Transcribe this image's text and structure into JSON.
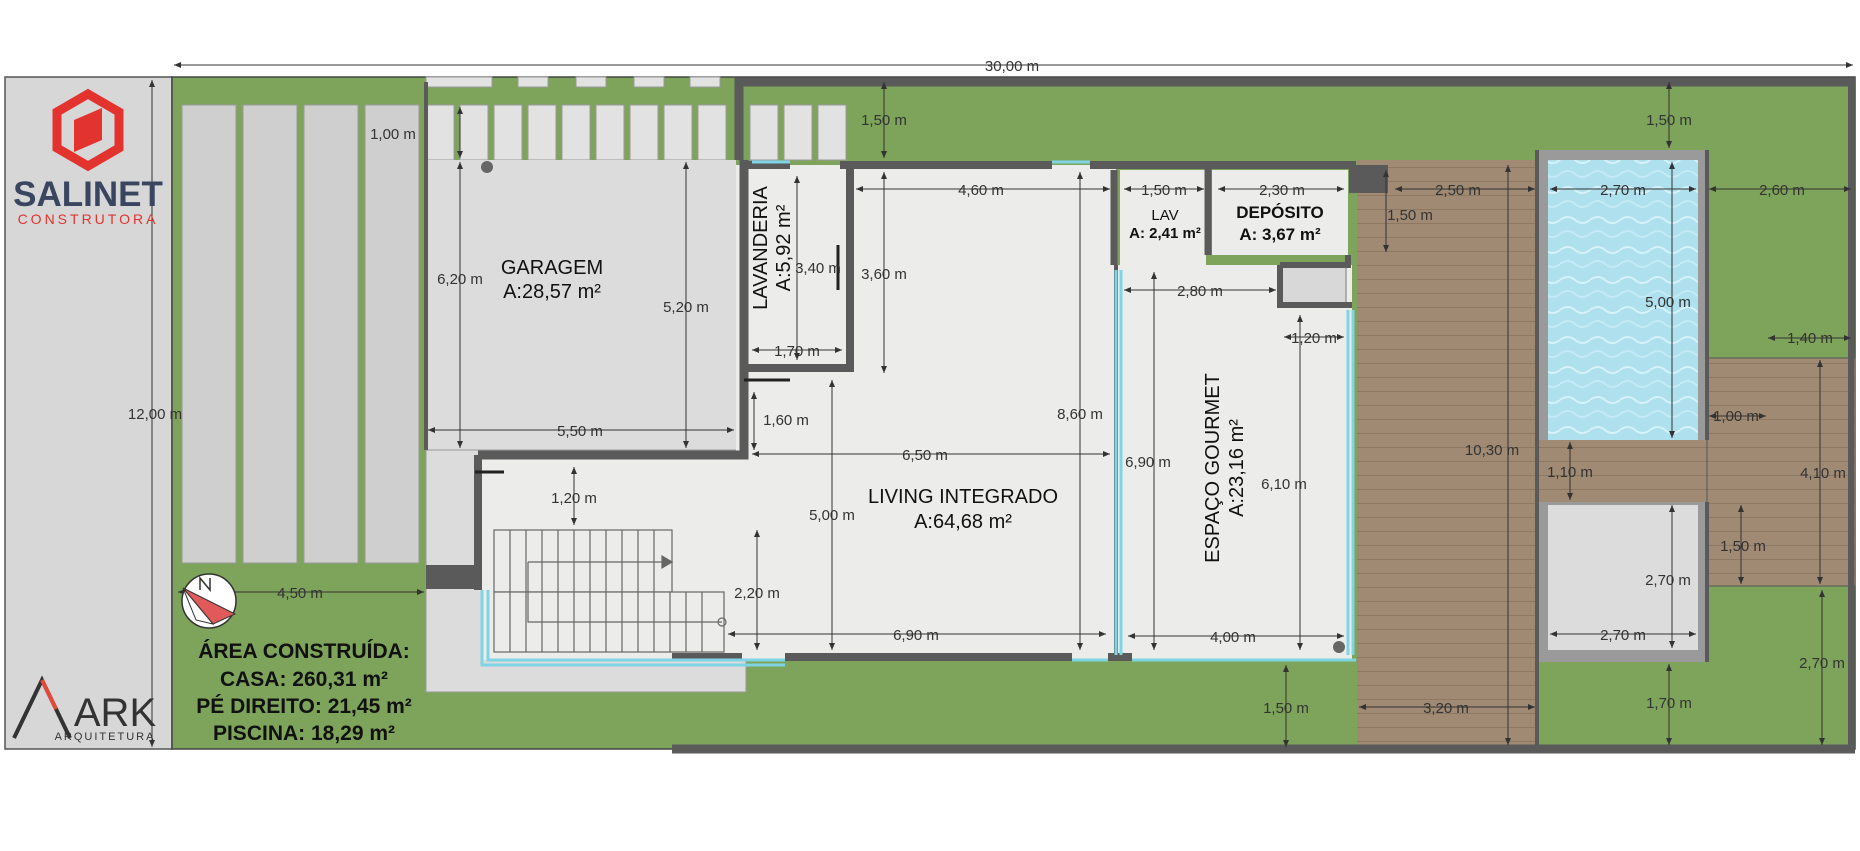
{
  "colors": {
    "grass": "#7ea35a",
    "sidewalk": "#d7d7d7",
    "floor": "#ececea",
    "wall": "#5a5a5a",
    "deck": "#a08a74",
    "pool": "#aee0ee",
    "glass": "#7fd4e6",
    "brand_red": "#e2332e",
    "ark_red": "#e14a3a"
  },
  "branding": {
    "salinet": "SALINET",
    "salinet_sub": "CONSTRUTORA",
    "ark": "ARK",
    "ark_sub": "ARQUITETURA"
  },
  "rooms": {
    "garagem": {
      "name": "GARAGEM",
      "area": "A:28,57 m²"
    },
    "lavanderia": {
      "name": "LAVANDERIA",
      "area": "A:5,92 m²"
    },
    "lav": {
      "name": "LAV",
      "area": "A: 2,41 m²"
    },
    "deposito": {
      "name": "DEPÓSITO",
      "area": "A: 3,67 m²"
    },
    "living": {
      "name": "LIVING INTEGRADO",
      "area": "A:64,68 m²"
    },
    "gourmet": {
      "name": "ESPAÇO GOURMET",
      "area": "A:23,16 m²"
    }
  },
  "summary": {
    "title": "ÁREA CONSTRUÍDA:",
    "casa": "CASA: 260,31 m²",
    "pe_direito": "PÉ DIREITO: 21,45 m²",
    "piscina": "PISCINA: 18,29 m²"
  },
  "dimensions": {
    "total_width": "30,00 m",
    "total_height": "12,00 m",
    "front_setback": "4,50 m",
    "garage_top": "1,00 m",
    "garage_h_outer": "6,20 m",
    "garage_h_inner": "5,20 m",
    "garage_w": "5,50 m",
    "lav_h": "3,40 m",
    "lav_w": "1,70 m",
    "top_setback_1": "1,50 m",
    "living_top_w": "4,60 m",
    "living_upper_h": "3,60 m",
    "hall_gap": "1,60 m",
    "living_mid_w": "6,50 m",
    "living_h": "8,60 m",
    "stair_gap": "1,20 m",
    "living_lower_h": "5,00 m",
    "stair_h": "2,20 m",
    "living_bottom_w": "6,90 m",
    "lavabo_w": "1,50 m",
    "deposito_w": "2,30 m",
    "deposito_h": "1,50 m",
    "gourmet_top_w": "2,80 m",
    "gourmet_notch": "1,20 m",
    "gourmet_h_outer": "6,90 m",
    "gourmet_h_inner": "6,10 m",
    "gourmet_bottom_w": "4,00 m",
    "bottom_setback": "1,50 m",
    "deck_gap": "2,50 m",
    "deck_h": "10,30 m",
    "deck_bottom_w": "3,20 m",
    "pool_top_setback": "1,50 m",
    "pool_w": "2,70 m",
    "pool_h": "5,00 m",
    "pool_right": "2,60 m",
    "side_deck_w": "1,40 m",
    "side_deck_gap": "1,00 m",
    "walk_h": "1,10 m",
    "side_deck_h": "4,10 m",
    "planter_gap": "1,50 m",
    "planter_h": "2,70 m",
    "planter_w": "2,70 m",
    "right_bottom": "2,70 m",
    "pool_bottom_setback": "1,70 m"
  }
}
